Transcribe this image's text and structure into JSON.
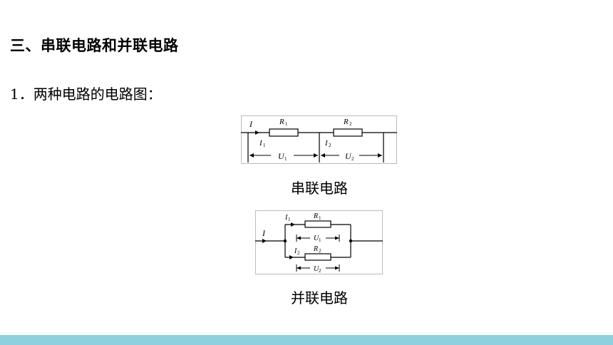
{
  "section_title": "三、串联电路和并联电路",
  "item_text": "1．两种电路的电路图：",
  "series": {
    "caption": "串联电路",
    "labels": {
      "current": "I",
      "i1": "I",
      "i1_sub": "1",
      "i2": "I",
      "i2_sub": "2",
      "r1": "R",
      "r1_sub": "1",
      "r2": "R",
      "r2_sub": "2",
      "u1": "U",
      "u1_sub": "1",
      "u2": "U",
      "u2_sub": "2"
    }
  },
  "parallel": {
    "caption": "并联电路",
    "labels": {
      "current": "I",
      "i1": "I",
      "i1_sub": "1",
      "i2": "I",
      "i2_sub": "2",
      "r1": "R",
      "r1_sub": "1",
      "r2": "R",
      "r2_sub": "2",
      "u1": "U",
      "u1_sub": "1",
      "u2": "U",
      "u2_sub": "2"
    }
  },
  "colors": {
    "bottom_bar": "#8fd0df"
  }
}
